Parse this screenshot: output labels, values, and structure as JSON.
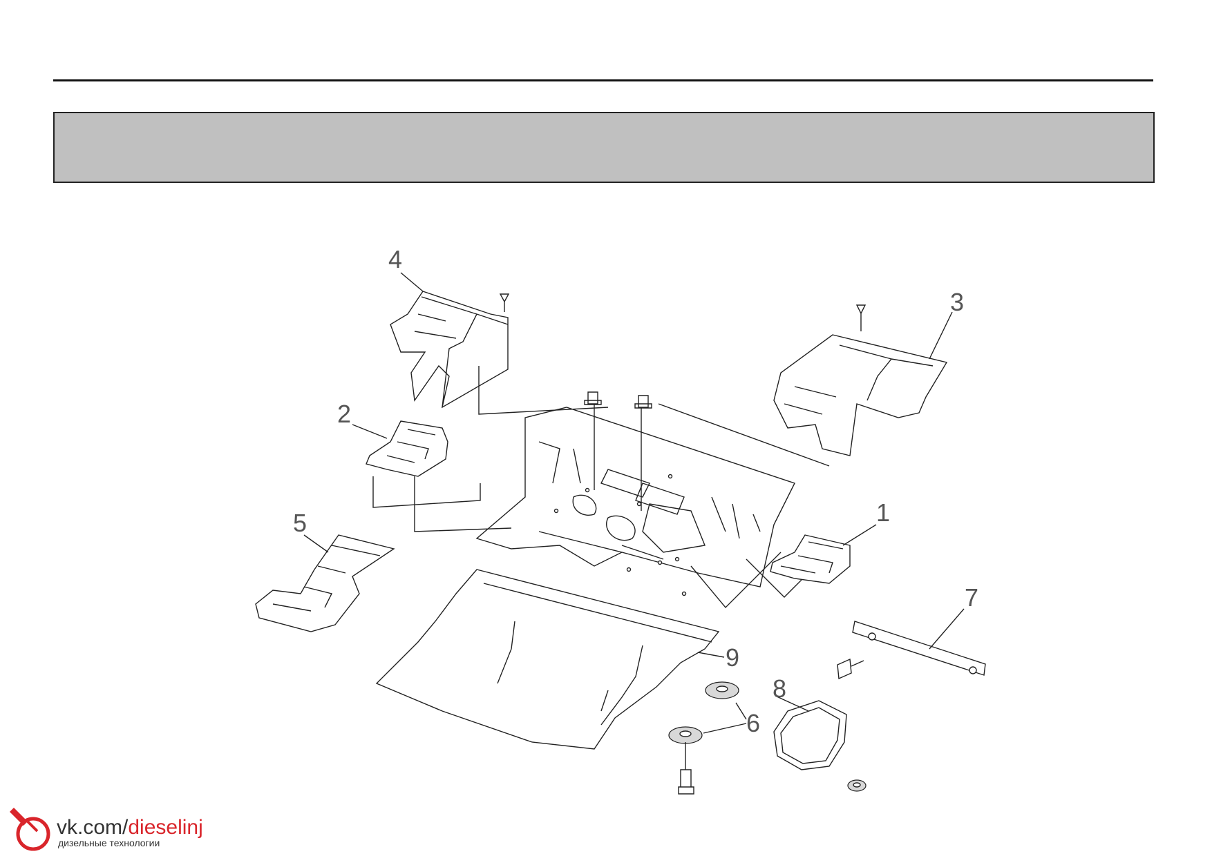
{
  "callouts": [
    {
      "id": "1",
      "label": "1"
    },
    {
      "id": "2",
      "label": "2"
    },
    {
      "id": "3",
      "label": "3"
    },
    {
      "id": "4",
      "label": "4"
    },
    {
      "id": "5",
      "label": "5"
    },
    {
      "id": "6",
      "label": "6"
    },
    {
      "id": "7",
      "label": "7"
    },
    {
      "id": "8",
      "label": "8"
    },
    {
      "id": "9",
      "label": "9"
    }
  ],
  "watermark": {
    "prefix": "vk.com/",
    "handle": "dieselinj",
    "subtitle": "дизельные технологии",
    "accent_color": "#d9252b",
    "icon": "injector-logo-icon"
  }
}
